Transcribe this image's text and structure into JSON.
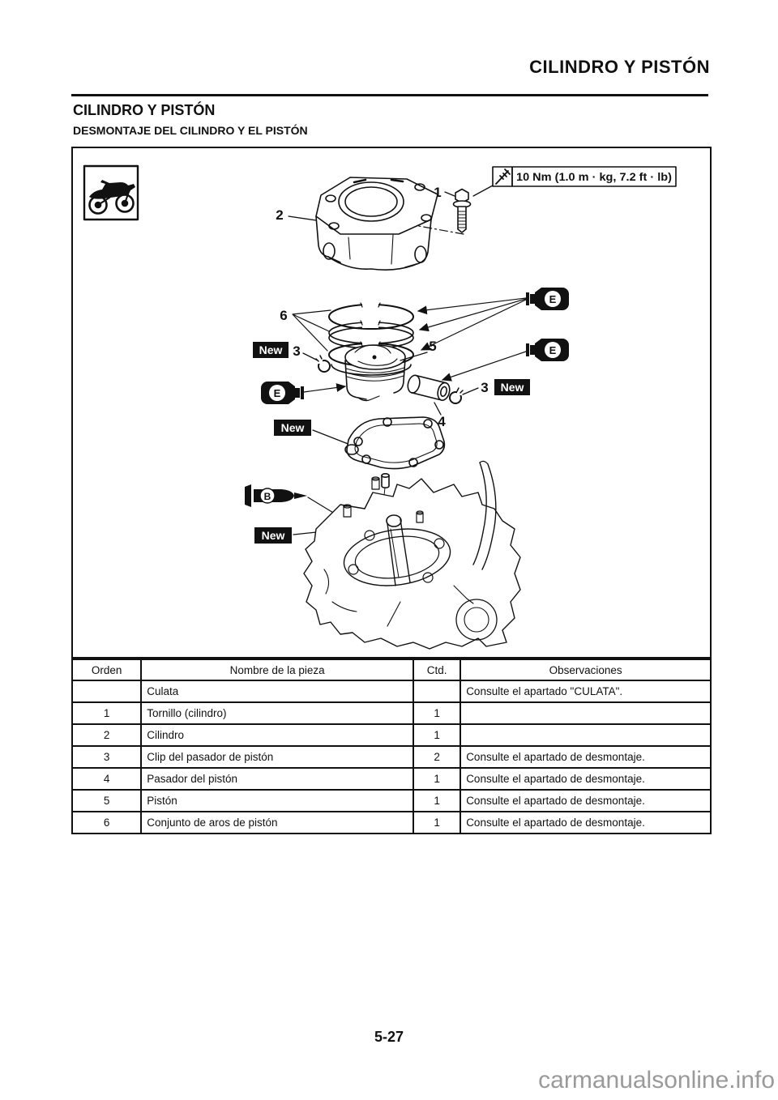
{
  "page": {
    "header_title": "CILINDRO Y PISTÓN",
    "section_title": "CILINDRO Y PISTÓN",
    "subsection_title": "DESMONTAJE DEL CILINDRO Y EL PISTÓN",
    "page_number": "5-27",
    "watermark": "carmanualsonline.info"
  },
  "diagram": {
    "torque_spec": "10 Nm (1.0 m · kg, 7.2 ft · lb)",
    "new_label": "New",
    "symbols": {
      "engine_oil": "E",
      "sealant": "B"
    },
    "callouts": {
      "c1": "1",
      "c2": "2",
      "c3": "3",
      "c4": "4",
      "c5": "5",
      "c6": "6"
    },
    "icons": [
      "motorcycle-icon",
      "torque-wrench-icon",
      "oil-applicator-icon",
      "sealant-tube-icon"
    ]
  },
  "table": {
    "headers": [
      "Orden",
      "Nombre de la pieza",
      "Ctd.",
      "Observaciones"
    ],
    "rows": [
      [
        "",
        "Culata",
        "",
        "Consulte el apartado \"CULATA\"."
      ],
      [
        "1",
        "Tornillo (cilindro)",
        "1",
        ""
      ],
      [
        "2",
        "Cilindro",
        "1",
        ""
      ],
      [
        "3",
        "Clip del pasador de pistón",
        "2",
        "Consulte el apartado de desmontaje."
      ],
      [
        "4",
        "Pasador del pistón",
        "1",
        "Consulte el apartado de desmontaje."
      ],
      [
        "5",
        "Pistón",
        "1",
        "Consulte el apartado de desmontaje."
      ],
      [
        "6",
        "Conjunto de aros de pistón",
        "1",
        "Consulte el apartado de desmontaje."
      ]
    ]
  },
  "colors": {
    "ink": "#111111",
    "label_bg": "#111111",
    "label_text": "#ffffff",
    "watermark": "#9a9a9a"
  }
}
